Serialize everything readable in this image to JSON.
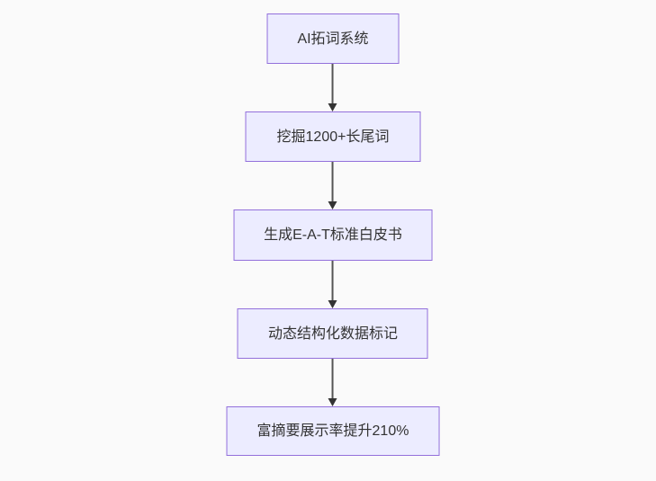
{
  "diagram": {
    "type": "flowchart",
    "direction": "top-to-bottom",
    "nodes": [
      {
        "id": "A",
        "label": "AI拓词系统"
      },
      {
        "id": "B",
        "label": "挖掘1200+长尾词"
      },
      {
        "id": "C",
        "label": "生成E-A-T标准白皮书"
      },
      {
        "id": "D",
        "label": "动态结构化数据标记"
      },
      {
        "id": "E",
        "label": "富摘要展示率提升210%"
      }
    ],
    "edges": [
      {
        "from": "A",
        "to": "B",
        "label": ""
      },
      {
        "from": "B",
        "to": "C",
        "label": ""
      },
      {
        "from": "C",
        "to": "D",
        "label": ""
      },
      {
        "from": "D",
        "to": "E",
        "label": ""
      }
    ],
    "colors": {
      "node_fill": "#ECECFF",
      "node_border": "#9370DB",
      "edge_line": "#555555",
      "arrowhead": "#333333",
      "text": "#333333",
      "background": "#fafafa"
    }
  }
}
